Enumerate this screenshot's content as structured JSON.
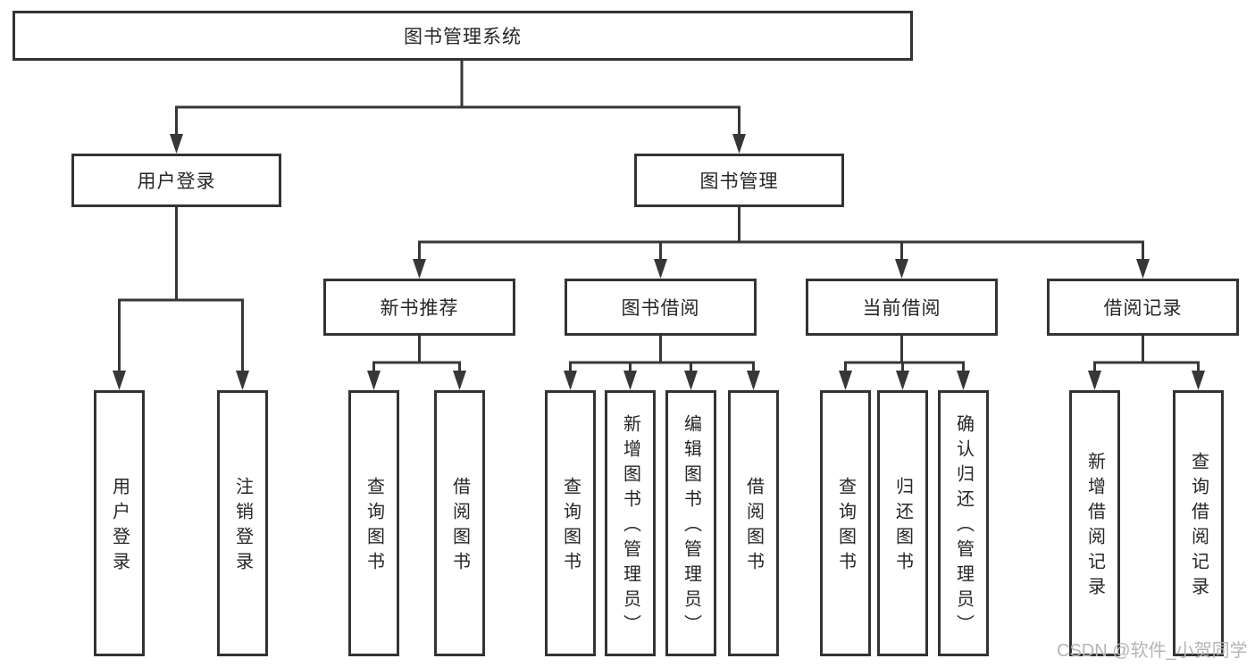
{
  "root": {
    "label": "图书管理系统"
  },
  "branches": [
    {
      "label": "用户登录",
      "children": [
        {
          "label": "用户登录"
        },
        {
          "label": "注销登录"
        }
      ]
    },
    {
      "label": "图书管理",
      "modules": [
        {
          "label": "新书推荐",
          "children": [
            {
              "label": "查询图书"
            },
            {
              "label": "借阅图书"
            }
          ]
        },
        {
          "label": "图书借阅",
          "children": [
            {
              "label": "查询图书"
            },
            {
              "label": "新增图书（管理员）"
            },
            {
              "label": "编辑图书（管理员）"
            },
            {
              "label": "借阅图书"
            }
          ]
        },
        {
          "label": "当前借阅",
          "children": [
            {
              "label": "查询图书"
            },
            {
              "label": "归还图书"
            },
            {
              "label": "确认归还（管理员）"
            }
          ]
        },
        {
          "label": "借阅记录",
          "children": [
            {
              "label": "新增借阅记录"
            },
            {
              "label": "查询借阅记录"
            }
          ]
        }
      ]
    }
  ],
  "watermark": {
    "text": "CSDN @软件_小贺同学"
  },
  "colors": {
    "line": "#373737",
    "box_border": "#333333",
    "text": "#262626",
    "background": "#ffffff",
    "watermark": "#b5b5b5"
  }
}
